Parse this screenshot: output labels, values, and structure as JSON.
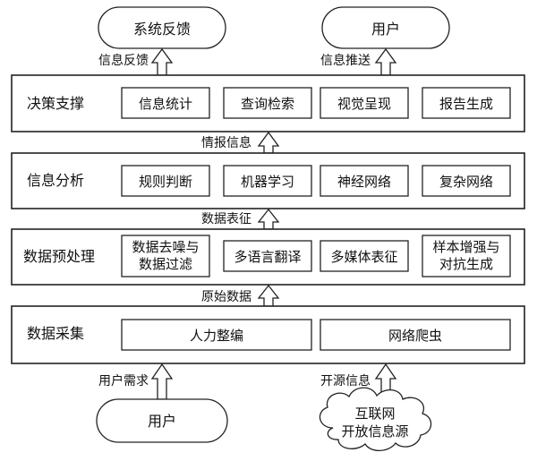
{
  "top_nodes": {
    "feedback_system": "系统反馈",
    "user_top": "用户"
  },
  "edges": {
    "info_feedback": "信息反馈",
    "info_push": "信息推送",
    "intel_info": "情报信息",
    "data_repr": "数据表征",
    "raw_data": "原始数据",
    "user_demand": "用户需求",
    "open_source_info": "开源信息"
  },
  "layers": {
    "decision": {
      "label": "决策支撑",
      "items": [
        "信息统计",
        "查询检索",
        "视觉呈现",
        "报告生成"
      ]
    },
    "analysis": {
      "label": "信息分析",
      "items": [
        "规则判断",
        "机器学习",
        "神经网络",
        "复杂网络"
      ]
    },
    "preprocess": {
      "label": "数据预处理",
      "items": [
        [
          "数据去噪与",
          "数据过滤"
        ],
        [
          "多语言翻译"
        ],
        [
          "多媒体表征"
        ],
        [
          "样本增强与",
          "对抗生成"
        ]
      ]
    },
    "collection": {
      "label": "数据采集",
      "items": [
        "人力整编",
        "网络爬虫"
      ]
    }
  },
  "bottom_nodes": {
    "user_bottom": "用户",
    "internet_line1": "互联网",
    "internet_line2": "开放信息源"
  }
}
